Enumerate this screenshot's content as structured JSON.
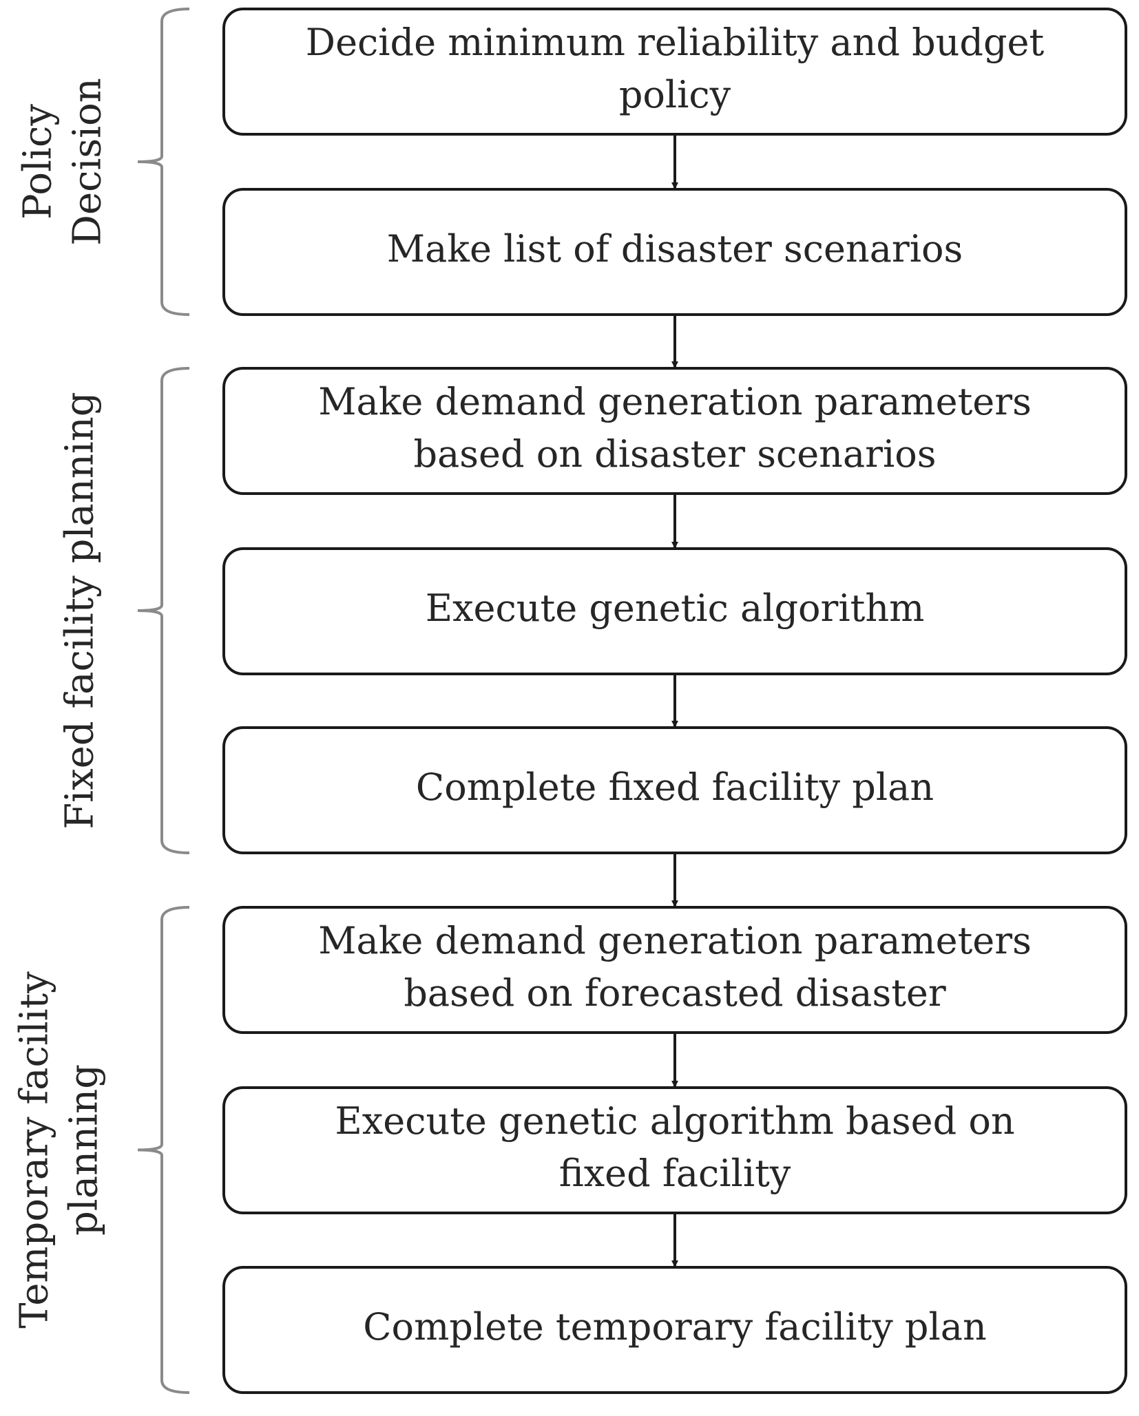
{
  "phases": [
    {
      "label_lines": [
        "Policy",
        "Decision"
      ]
    },
    {
      "label_lines": [
        "Fixed facility planning"
      ]
    },
    {
      "label_lines": [
        "Temporary facility",
        "planning"
      ]
    }
  ],
  "steps": [
    {
      "lines": [
        "Decide minimum reliability and budget",
        "policy"
      ]
    },
    {
      "lines": [
        "Make list of disaster scenarios"
      ]
    },
    {
      "lines": [
        "Make demand generation parameters",
        "based on disaster scenarios"
      ]
    },
    {
      "lines": [
        "Execute genetic algorithm"
      ]
    },
    {
      "lines": [
        "Complete fixed facility plan"
      ]
    },
    {
      "lines": [
        "Make demand generation parameters",
        "based on forecasted disaster"
      ]
    },
    {
      "lines": [
        "Execute genetic algorithm based on",
        "fixed facility"
      ]
    },
    {
      "lines": [
        "Complete temporary facility plan"
      ]
    }
  ],
  "colors": {
    "box_stroke": "#1a1a1a",
    "bracket_stroke": "#8a8a8a",
    "arrow": "#1a1a1a",
    "text": "#262626"
  }
}
